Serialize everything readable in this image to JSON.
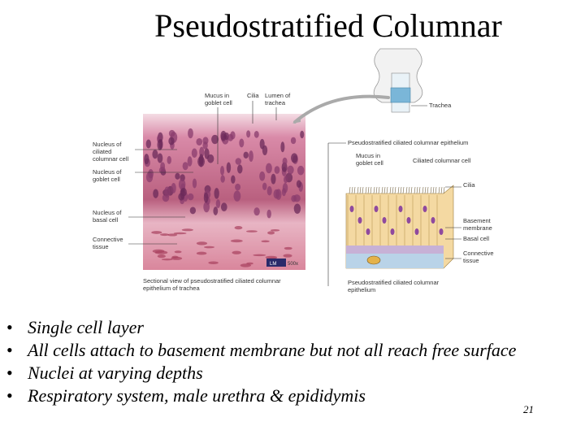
{
  "title": "Pseudostratified Columnar",
  "figure": {
    "labels_left": [
      "Nucleus of",
      "ciliated",
      "columnar cell",
      "Nucleus of",
      "goblet cell",
      "Nucleus of",
      "basal cell",
      "Connective",
      "tissue"
    ],
    "label_mucus": [
      "Mucus in",
      "goblet cell"
    ],
    "label_cilia": "Cilia",
    "label_lumen": [
      "Lumen of",
      "trachea"
    ],
    "label_trachea": "Trachea",
    "label_epithelium_top": "Pseudostratified ciliated columnar epithelium",
    "label_mucus_right": [
      "Mucus in",
      "goblet cell"
    ],
    "label_ciliated_cell": "Ciliated columnar cell",
    "label_cilia_right": "Cilia",
    "label_basement": [
      "Basement",
      "membrane"
    ],
    "label_basal_cell": "Basal cell",
    "label_connective_right": [
      "Connective",
      "tissue"
    ],
    "lm_badge": "LM",
    "magnification": "500x",
    "caption_left": [
      "Sectional view of pseudostratified ciliated columnar",
      "epithelium of trachea"
    ],
    "caption_right": [
      "Pseudostratified ciliated columnar",
      "epithelium"
    ]
  },
  "bullets": [
    "Single cell layer",
    "All cells attach to basement membrane but not all reach free surface",
    "Nuclei at varying depths",
    "Respiratory system, male urethra & epididymis"
  ],
  "bullet_symbol": "•",
  "page_number": "21"
}
